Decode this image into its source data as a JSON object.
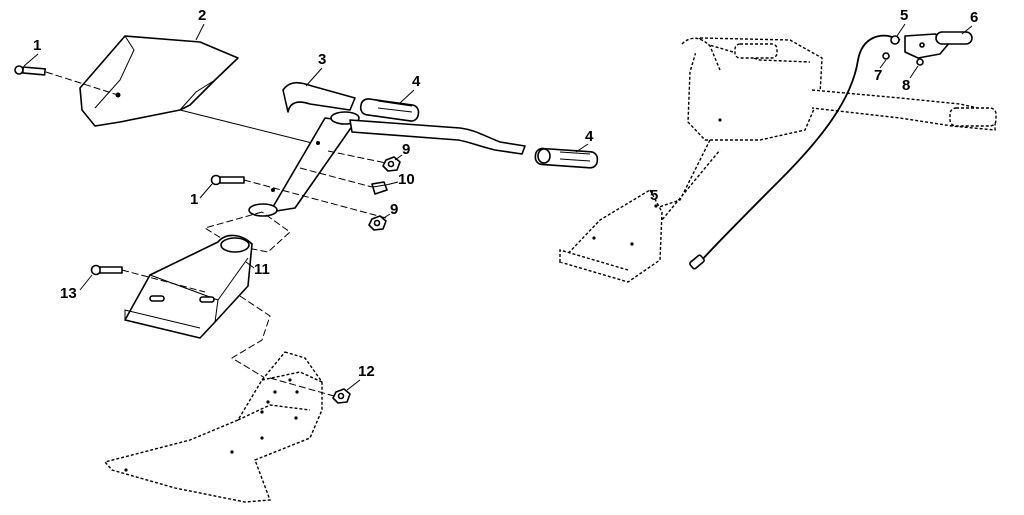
{
  "callouts": {
    "c1a": "1",
    "c1b": "1",
    "c2": "2",
    "c3": "3",
    "c4a": "4",
    "c4b": "4",
    "c5a": "5",
    "c5b": "5",
    "c6": "6",
    "c7": "7",
    "c8": "8",
    "c9a": "9",
    "c9b": "9",
    "c10": "10",
    "c11": "11",
    "c12": "12",
    "c13": "13"
  }
}
